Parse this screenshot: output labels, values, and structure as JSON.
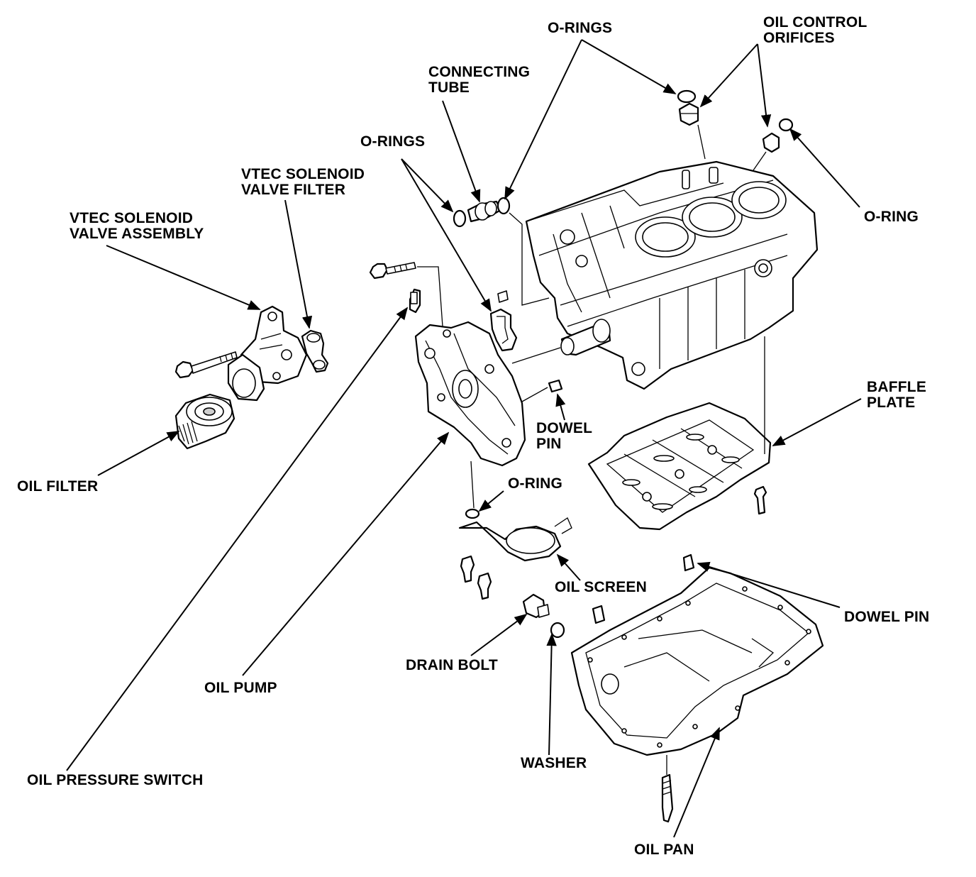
{
  "diagram": {
    "labels": {
      "o_rings_top": "O-RINGS",
      "oil_control_orifices_1": "OIL CONTROL",
      "oil_control_orifices_2": "ORIFICES",
      "connecting_tube_1": "CONNECTING",
      "connecting_tube_2": "TUBE",
      "o_rings_mid": "O-RINGS",
      "vtec_filter_1": "VTEC SOLENOID",
      "vtec_filter_2": "VALVE FILTER",
      "vtec_assembly_1": "VTEC SOLENOID",
      "vtec_assembly_2": "VALVE ASSEMBLY",
      "o_ring_right": "O-RING",
      "baffle_plate_1": "BAFFLE",
      "baffle_plate_2": "PLATE",
      "dowel_pin_1_1": "DOWEL",
      "dowel_pin_1_2": "PIN",
      "oil_filter": "OIL FILTER",
      "o_ring_screen": "O-RING",
      "oil_screen": "OIL SCREEN",
      "dowel_pin_2": "DOWEL PIN",
      "drain_bolt": "DRAIN BOLT",
      "oil_pump": "OIL PUMP",
      "washer": "WASHER",
      "oil_pressure_switch": "OIL PRESSURE SWITCH",
      "oil_pan": "OIL PAN"
    },
    "colors": {
      "ink": "#000000",
      "paper": "#ffffff",
      "shade": "#d0d0d0"
    }
  }
}
